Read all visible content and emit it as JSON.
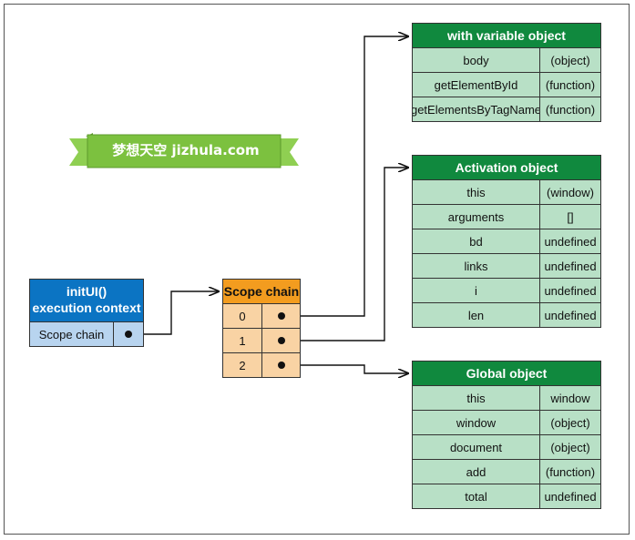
{
  "watermark": {
    "text": "梦想天空 jizhula.com"
  },
  "context": {
    "title_line1": "initUI()",
    "title_line2": "execution context",
    "row_label": "Scope chain"
  },
  "scope_chain": {
    "title": "Scope chain",
    "rows": [
      "0",
      "1",
      "2"
    ]
  },
  "with_object": {
    "title": "with variable object",
    "rows": [
      {
        "key": "body",
        "value": "(object)"
      },
      {
        "key": "getElementById",
        "value": "(function)"
      },
      {
        "key": "getElementsByTagName",
        "value": "(function)"
      }
    ]
  },
  "activation_object": {
    "title": "Activation object",
    "rows": [
      {
        "key": "this",
        "value": "(window)"
      },
      {
        "key": "arguments",
        "value": "[]"
      },
      {
        "key": "bd",
        "value": "undefined"
      },
      {
        "key": "links",
        "value": "undefined"
      },
      {
        "key": "i",
        "value": "undefined"
      },
      {
        "key": "len",
        "value": "undefined"
      }
    ]
  },
  "global_object": {
    "title": "Global object",
    "rows": [
      {
        "key": "this",
        "value": "window"
      },
      {
        "key": "window",
        "value": "(object)"
      },
      {
        "key": "document",
        "value": "(object)"
      },
      {
        "key": "add",
        "value": "(function)"
      },
      {
        "key": "total",
        "value": "undefined"
      }
    ]
  },
  "colors": {
    "context_header": "#0b74c3",
    "context_row": "#b8d4ef",
    "scope_header": "#f39c1f",
    "scope_row": "#f9d3a4",
    "object_header": "#10893e",
    "object_row": "#b8e0c6",
    "banner": "#7cc13f"
  }
}
